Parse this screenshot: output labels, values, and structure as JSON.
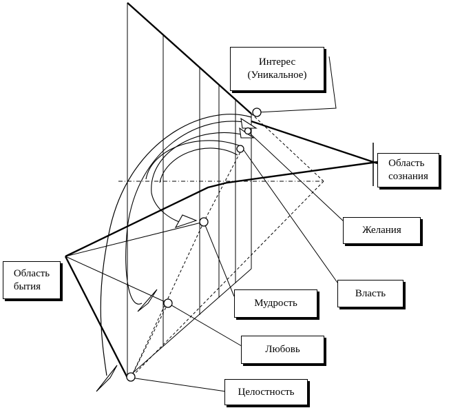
{
  "labels": {
    "interest": {
      "line1": "Интерес",
      "line2": "(Уникальное)"
    },
    "consciousness": {
      "line1": "Область",
      "line2": "сознания"
    },
    "being": {
      "line1": "Область",
      "line2": "бытия"
    },
    "desires": "Желания",
    "power": "Власть",
    "wisdom": "Мудрость",
    "love": "Любовь",
    "integrity": "Целостность"
  },
  "colors": {
    "stroke": "#000000",
    "background": "#ffffff"
  }
}
